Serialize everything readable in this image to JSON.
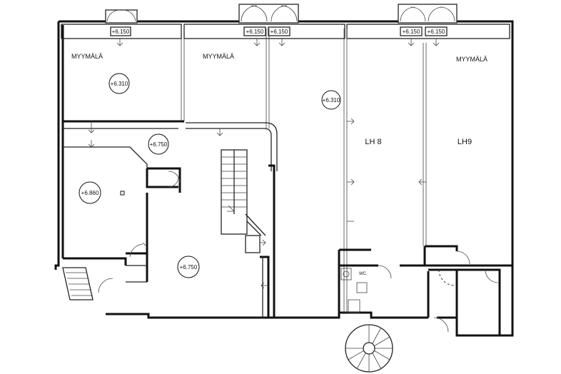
{
  "rooms": [
    {
      "id": "shop-1",
      "label": "MYYMÄLÄ"
    },
    {
      "id": "shop-2",
      "label": "MYYMÄLÄ"
    },
    {
      "id": "shop-3",
      "label": "MYYMÄLÄ"
    },
    {
      "id": "lh8",
      "label": "LH 8"
    },
    {
      "id": "lh9",
      "label": "LH9"
    },
    {
      "id": "wc",
      "label": "WC"
    }
  ],
  "levels": {
    "top_1": "+6.150",
    "top_2": "+6.150",
    "top_3": "+6.150",
    "top_4": "+6.150",
    "top_5": "+6.150",
    "shop_left": "+6.310",
    "center_col": "+6.310",
    "corridor": "+6.750",
    "room_left": "+6.860",
    "hall": "+6.750"
  },
  "annotation": "",
  "colors": {
    "ink": "#111111",
    "paper": "#ffffff"
  }
}
